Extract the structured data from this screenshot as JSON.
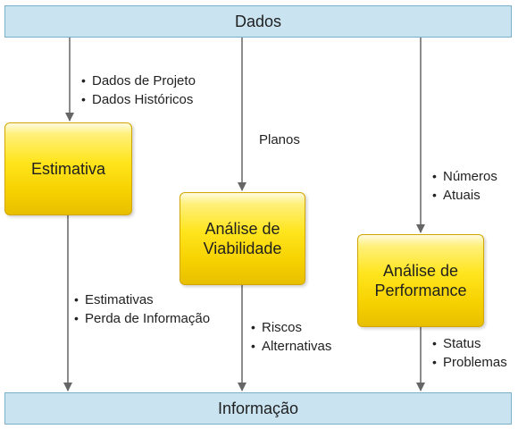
{
  "top_bar": {
    "label": "Dados"
  },
  "bottom_bar": {
    "label": "Informação"
  },
  "boxes": {
    "estimativa": {
      "line1": "Estimativa",
      "line2": ""
    },
    "viabilidade": {
      "line1": "Análise de",
      "line2": "Viabilidade"
    },
    "performance": {
      "line1": "Análise de",
      "line2": "Performance"
    }
  },
  "labels": {
    "in_estimativa": [
      "Dados de Projeto",
      "Dados Históricos"
    ],
    "in_viabilidade": "Planos",
    "in_performance": [
      "Números",
      "Atuais"
    ],
    "out_estimativa": [
      "Estimativas",
      "Perda de Informação"
    ],
    "out_viabilidade": [
      "Riscos",
      "Alternativas"
    ],
    "out_performance": [
      "Status",
      "Problemas"
    ]
  },
  "colors": {
    "bar_fill": "#c9e3f0",
    "bar_border": "#7bafc8",
    "box_fill": "#ffe51e",
    "box_border": "#d3a500",
    "arrow": "#666666"
  }
}
